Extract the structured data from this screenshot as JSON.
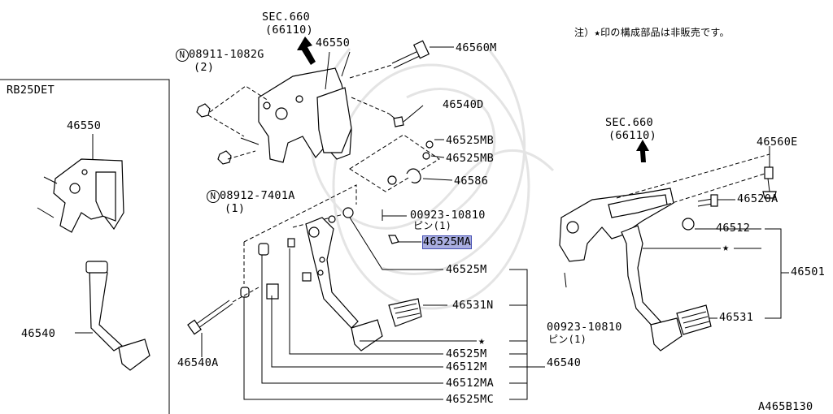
{
  "left_panel": {
    "engine": "RB25DET",
    "bracket": "46550",
    "pedal": "46540"
  },
  "top_note": "注）★印の構成部品は非販売です。",
  "center": {
    "sec_ref": "SEC.660",
    "sec_sub": "(66110)",
    "bracket": "46550",
    "nut_a": "08911-1082G",
    "nut_a_qty": "(2)",
    "nut_a_symbol": "N",
    "nut_b": "08912-7401A",
    "nut_b_qty": "(1)",
    "nut_b_symbol": "N",
    "bolt_top": "46560M",
    "bolt_d": "46540D",
    "clip_mb1": "46525MB",
    "clip_mb2": "46525MB",
    "spring": "46586",
    "pin": "00923-10810",
    "pin_note": "ピン(1)",
    "highlighted": "46525MA",
    "bush_m1": "46525M",
    "pad": "46531N",
    "star": "★",
    "bush_m2": "46525M",
    "bush_512m": "46512M",
    "bush_512ma": "46512MA",
    "bush_mc": "46525MC",
    "pedal_assy": "46540",
    "bolt_a": "46540A"
  },
  "right": {
    "sec_ref": "SEC.660",
    "sec_sub": "(66110)",
    "bolt_e": "46560E",
    "bolt_a": "46520A",
    "bush": "46512",
    "star": "★",
    "assy": "46501",
    "pad": "46531",
    "pin": "00923-10810",
    "pin_note": "ピン(1)"
  },
  "diagram_code": "A465B130"
}
